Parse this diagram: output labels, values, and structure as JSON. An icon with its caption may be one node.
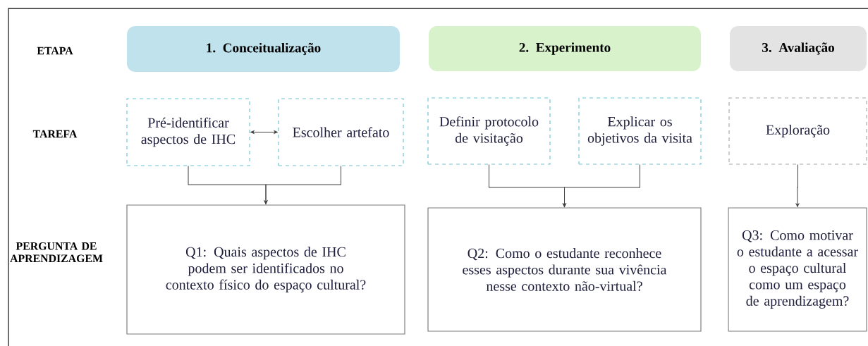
{
  "diagram": {
    "nodes": [
      {
        "text": [
          "1. Conceitualização"
        ]
      },
      {
        "text": [
          "2. Experimento"
        ]
      },
      {
        "text": [
          "3. Avaliação"
        ]
      },
      {
        "text": [
          "Pré-identificar aspectos de IHC"
        ]
      },
      {
        "text": [
          "Escolher artefato"
        ]
      },
      {
        "text": [
          "Definir protocolo de visitação"
        ]
      },
      {
        "text": [
          "Explicar os objetivos da visita"
        ]
      },
      {
        "text": [
          "Exploração"
        ]
      },
      {
        "text": [
          "Q1: Quais aspectos de IHC podem ser identificados no contexto físico do espaço cultural?"
        ]
      },
      {
        "text": [
          "Q2: Como o estudante reconhece esses aspectos durante sua vivência nesse contexto não-virtual?"
        ]
      },
      {
        "text": [
          "Q3: Como motivar o estudante a acessar o espaço cultural como um espaço de aprendizagem?"
        ]
      }
    ],
    "edges": [
      {
        "from": 3,
        "to": 4,
        "arrow": "both"
      },
      {
        "from": 3,
        "to": 8,
        "arrow": "to"
      },
      {
        "from": 4,
        "to": 8,
        "arrow": "to"
      },
      {
        "from": 5,
        "to": 9,
        "arrow": "to"
      },
      {
        "from": 6,
        "to": 9,
        "arrow": "to"
      },
      {
        "from": 7,
        "to": 10,
        "arrow": "to"
      }
    ],
    "labels": [
      "ETAPA",
      "TAREFA",
      "PERGUNTA DE APRENDIZAGEM"
    ]
  }
}
